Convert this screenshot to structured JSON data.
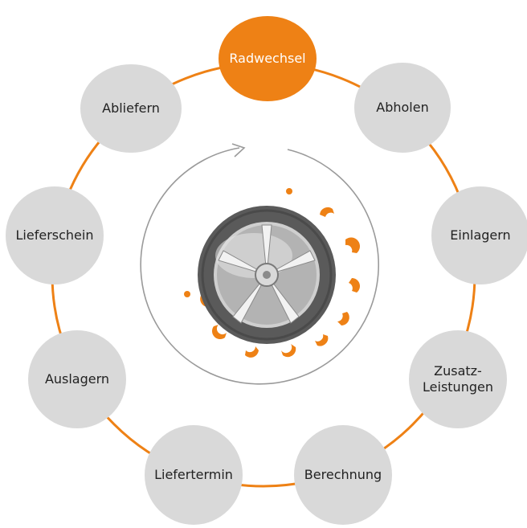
{
  "diagram": {
    "steps": [
      {
        "id": "radwechsel",
        "label": "Radwechsel",
        "active": true
      },
      {
        "id": "abholen",
        "label": "Abholen",
        "active": false
      },
      {
        "id": "einlagern",
        "label": "Einlagern",
        "active": false
      },
      {
        "id": "zusatz-leistungen",
        "label": "Zusatz-\nLeistungen",
        "active": false
      },
      {
        "id": "berechnung",
        "label": "Berechnung",
        "active": false
      },
      {
        "id": "liefertermin",
        "label": "Liefertermin",
        "active": false
      },
      {
        "id": "auslagern",
        "label": "Auslagern",
        "active": false
      },
      {
        "id": "lieferschein",
        "label": "Lieferschein",
        "active": false
      },
      {
        "id": "abliefern",
        "label": "Abliefern",
        "active": false
      }
    ],
    "colors": {
      "accent": "#ee8115",
      "node": "#d9d9d9",
      "arrow": "#9a9a9a",
      "tire": "#5a5a5a",
      "rim": "#bdbdbd"
    },
    "icons": {
      "center": "tire-wheel-icon",
      "cycle": "circular-arrow-icon"
    }
  }
}
